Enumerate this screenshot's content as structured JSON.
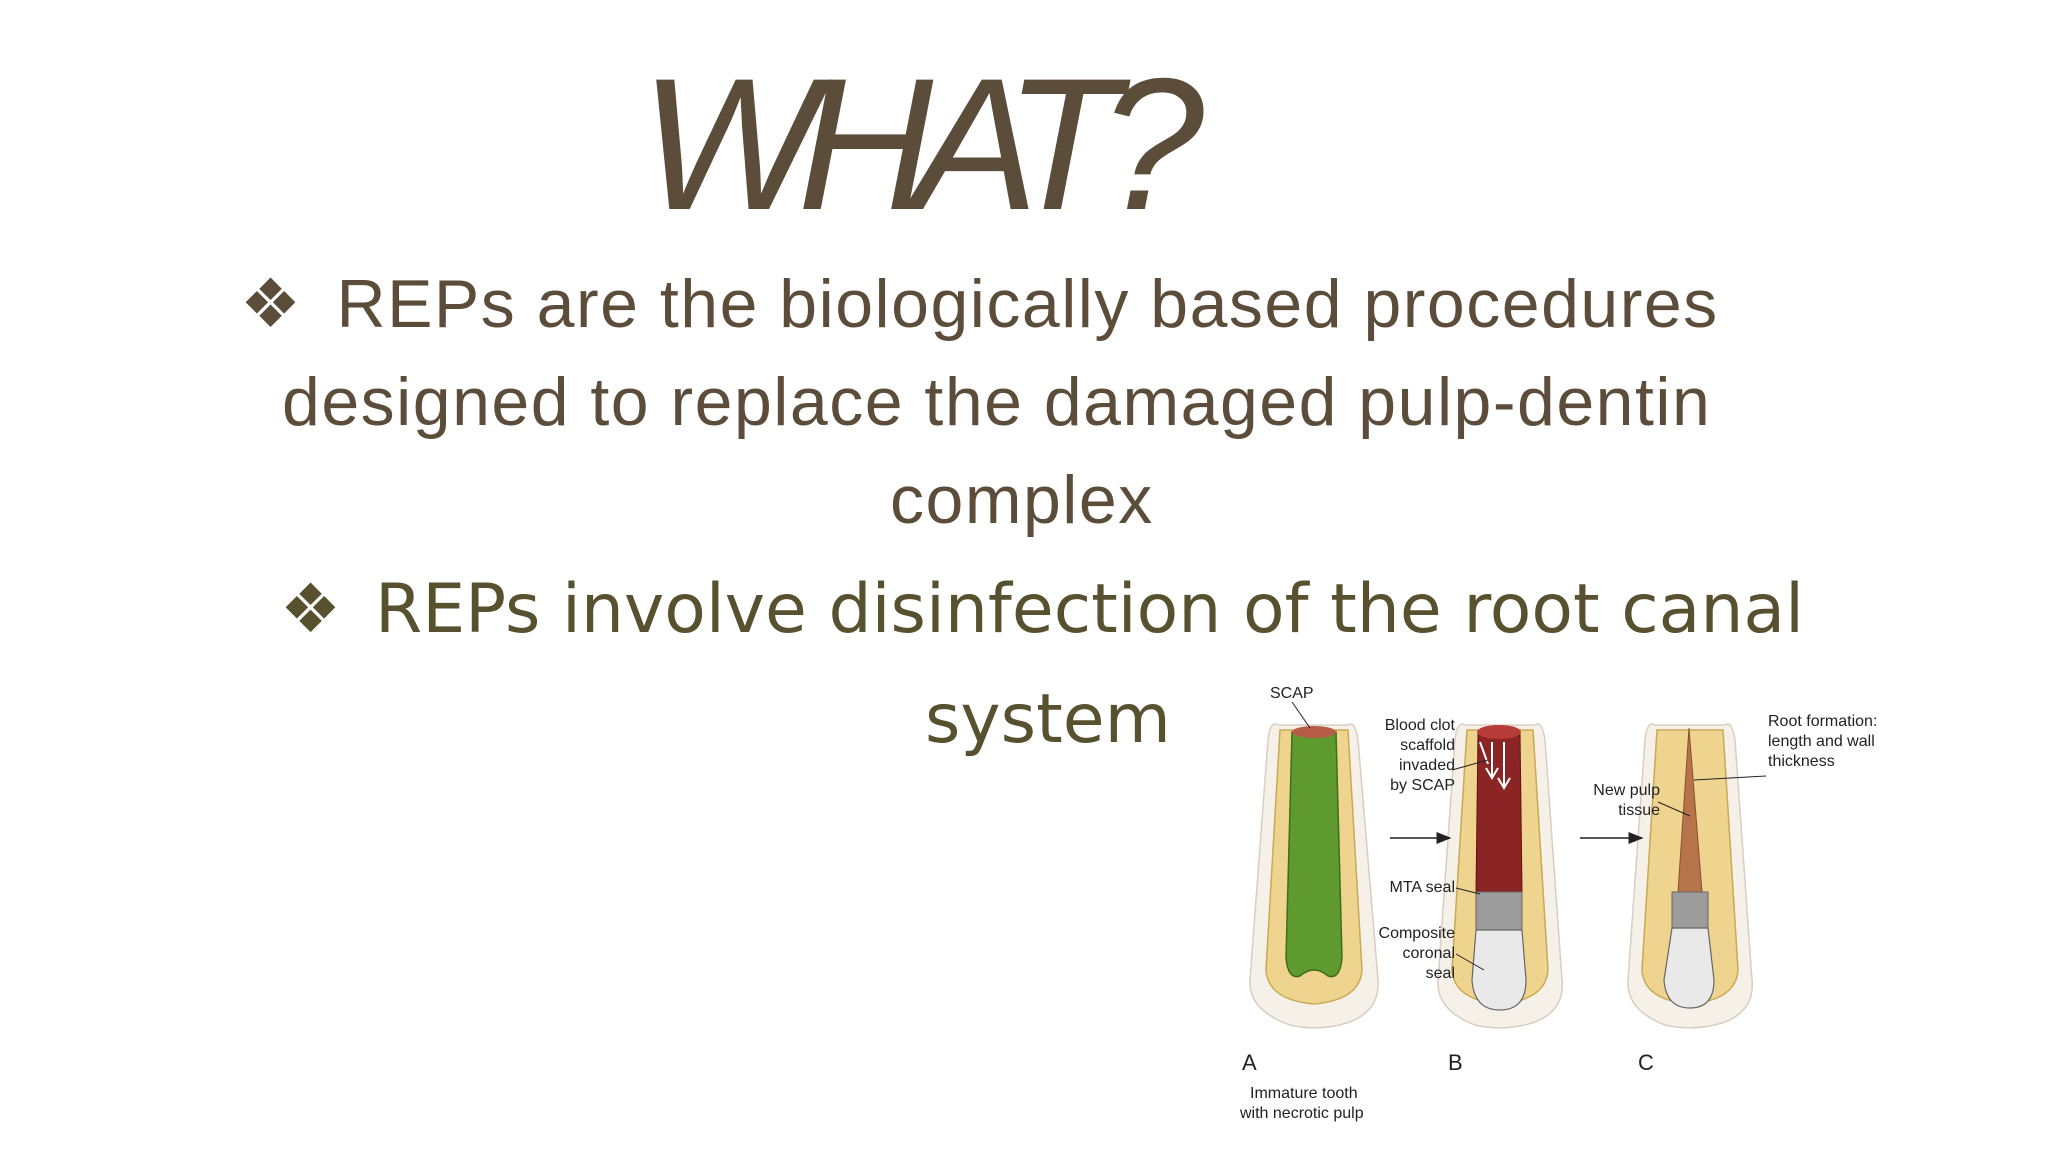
{
  "title": "WHAT?",
  "bullets": [
    {
      "icon": "diamond-bullet-icon",
      "glyph": "❖",
      "lines": [
        "REPs are the biologically based procedures",
        "designed to replace the damaged pulp-dentin",
        "complex"
      ]
    },
    {
      "icon": "diamond-bullet-icon",
      "glyph": "❖",
      "lines": [
        "REPs involve disinfection of the root canal",
        "system"
      ]
    }
  ],
  "figure": {
    "labels": {
      "scap": "SCAP",
      "blood_clot": [
        "Blood clot",
        "scaffold",
        "invaded",
        "by SCAP"
      ],
      "mta": "MTA seal",
      "composite": [
        "Composite",
        "coronal",
        "seal"
      ],
      "new_pulp": [
        "New pulp",
        "tissue"
      ],
      "root_formation": [
        "Root formation:",
        "length and wall",
        "thickness"
      ],
      "caption_a": [
        "Immature tooth",
        "with necrotic pulp"
      ]
    },
    "panels": [
      "A",
      "B",
      "C"
    ]
  },
  "colors": {
    "title": "#5c4d3a",
    "bullet1": "#5c4d3a",
    "bullet2": "#575130",
    "necrotic_pulp": "#5f9a2e",
    "blood_clot": "#8b2424",
    "dentin": "#efd490",
    "new_pulp": "#b7744a"
  }
}
